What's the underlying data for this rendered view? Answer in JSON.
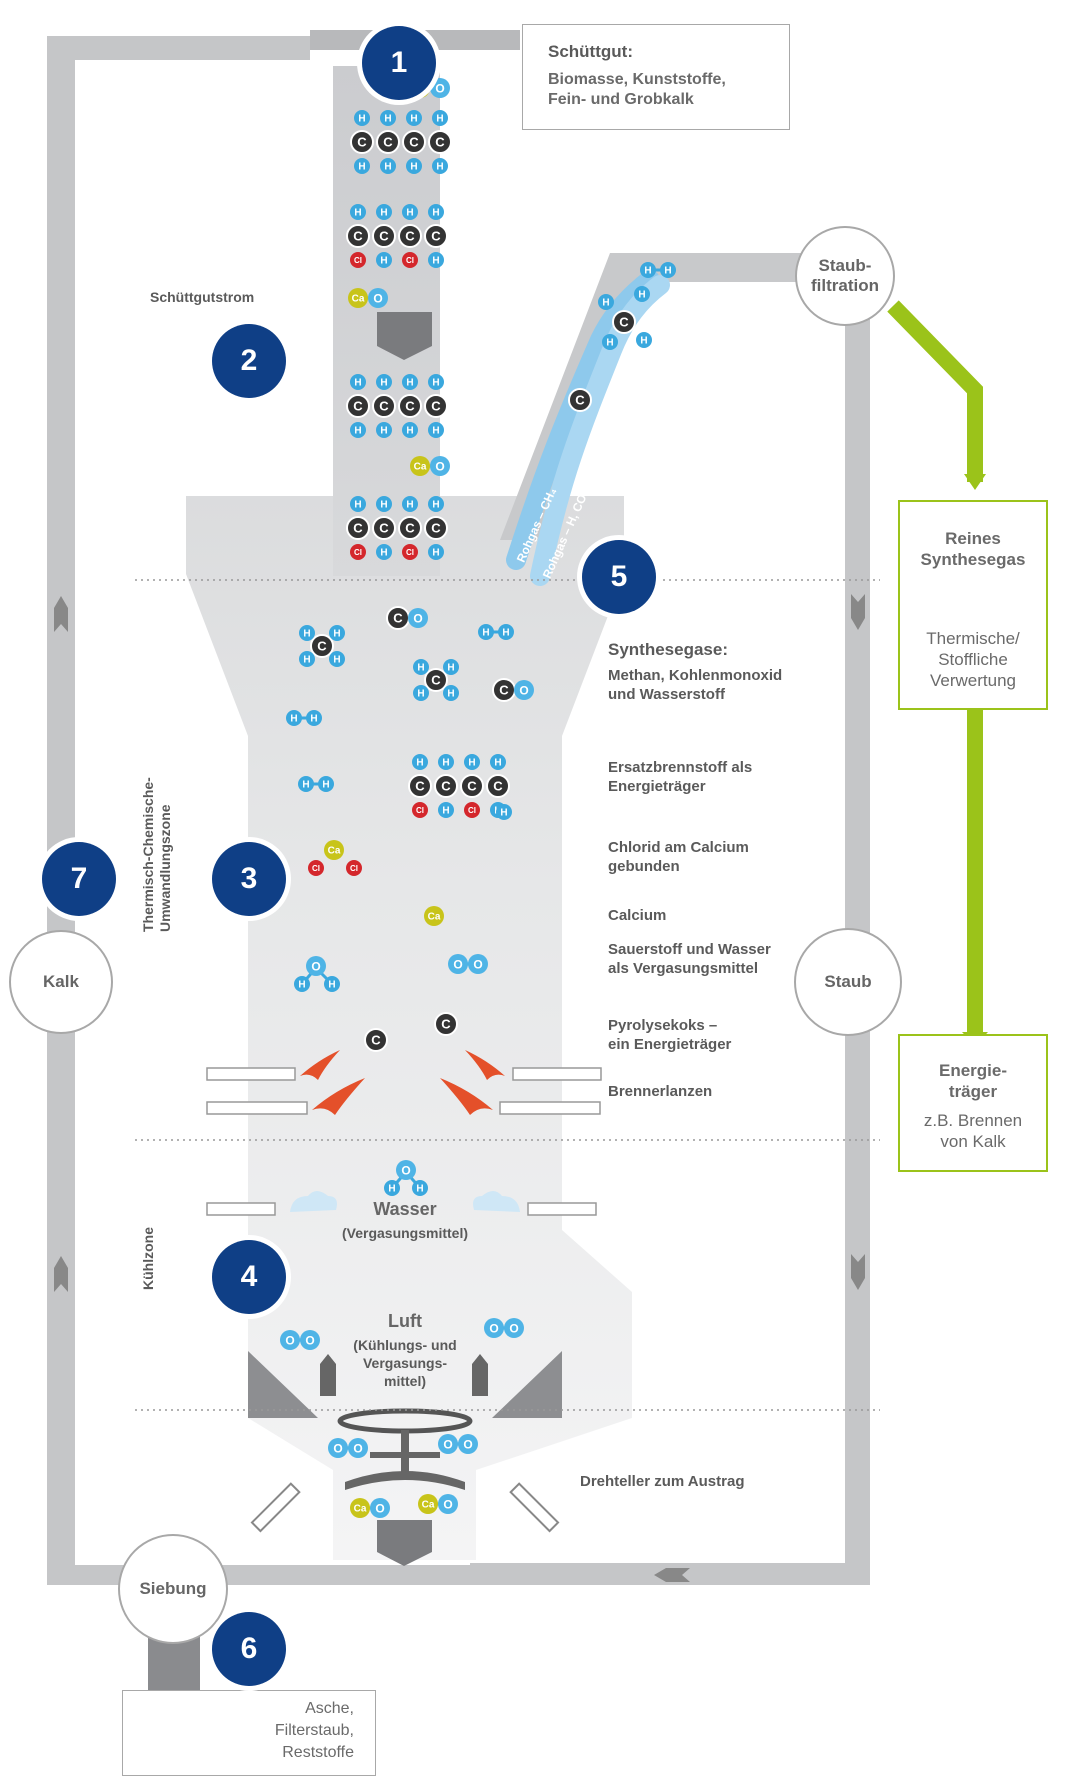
{
  "labels": {
    "bulk_title": "Schüttgut:",
    "bulk_text": "Biomasse, Kunststoffe,\nFein- und Grobkalk",
    "bulk_stream": "Schüttgutstrom",
    "dust_filtration": "Staub-\nfiltration",
    "clean_gas": "Reines\nSynthesegas",
    "utilisation": "Thermische/\nStoffliche\nVerwertung",
    "energy_title": "Energie-\nträger",
    "energy_text": "z.B. Brennen\nvon Kalk",
    "synth_gas_title": "Synthesegase:",
    "synth_gas_text": "Methan, Kohlenmonoxid\nund Wasserstoff",
    "substitute_fuel": "Ersatzbrennstoff als\nEnergieträger",
    "chloride": "Chlorid am Calcium\ngebunden",
    "calcium": "Calcium",
    "oxygen_water": "Sauerstoff und Wasser\nals Vergasungsmittel",
    "pyrolysis_coke": "Pyrolysekoks –\nein Energieträger",
    "burner_lances": "Brennerlanzen",
    "water": "Wasser",
    "water_sub": "(Vergasungsmittel)",
    "air": "Luft",
    "air_sub": "(Kühlungs- und\nVergasungs-\nmittel)",
    "rotary_plate": "Drehteller zum Austrag",
    "screening": "Siebung",
    "lime": "Kalk",
    "dust": "Staub",
    "ash": "Asche,\nFilterstaub,\nReststoffe",
    "zone_thermal": "Thermisch-Chemische-\nUmwandlungszone",
    "zone_cooling": "Kühlzone",
    "raw_gas_1": "Rohgas – CH₄",
    "raw_gas_2": "Rohgas – H, CO"
  },
  "steps": [
    "1",
    "2",
    "3",
    "4",
    "5",
    "6",
    "7"
  ],
  "atoms": {
    "H": "H",
    "C": "C",
    "O": "O",
    "Cl": "Cl",
    "Ca": "Ca"
  },
  "colors": {
    "hydrogen": "#3aa8de",
    "carbon": "#333333",
    "chlorine": "#d4272c",
    "calcium": "#c8c41a",
    "oxygen": "#4fb4e6",
    "green": "#9bc31a",
    "step_blue": "#0f3f86",
    "gray_pipe": "#c2c3c5",
    "flame": "#e4502a"
  }
}
